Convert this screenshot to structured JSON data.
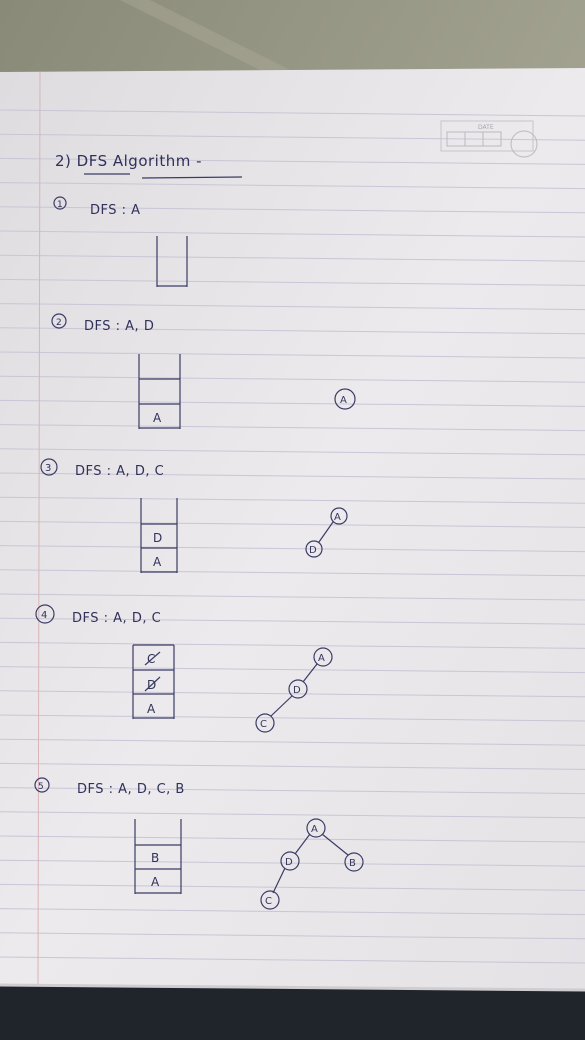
{
  "header": {
    "heading": "2) DFS Algorithm -",
    "date_label": "DATE"
  },
  "steps": [
    {
      "number": "1",
      "traversal": "DFS : A",
      "stack": [],
      "tree_nodes": []
    },
    {
      "number": "2",
      "traversal": "DFS : A, D",
      "stack": [
        "A"
      ],
      "tree_nodes": [
        "A"
      ]
    },
    {
      "number": "3",
      "traversal": "DFS : A, D, C",
      "stack": [
        "D",
        "A"
      ],
      "tree_nodes": [
        "A",
        "D"
      ]
    },
    {
      "number": "4",
      "traversal": "DFS : A, D, C",
      "stack": [
        "C",
        "D",
        "A"
      ],
      "stack_crossed_out": [
        "C",
        "D"
      ],
      "tree_nodes": [
        "A",
        "D",
        "C"
      ]
    },
    {
      "number": "5",
      "traversal": "DFS : A, D, C, B",
      "stack": [
        "B",
        "A"
      ],
      "tree_nodes": [
        "A",
        "D",
        "B",
        "C"
      ]
    }
  ]
}
